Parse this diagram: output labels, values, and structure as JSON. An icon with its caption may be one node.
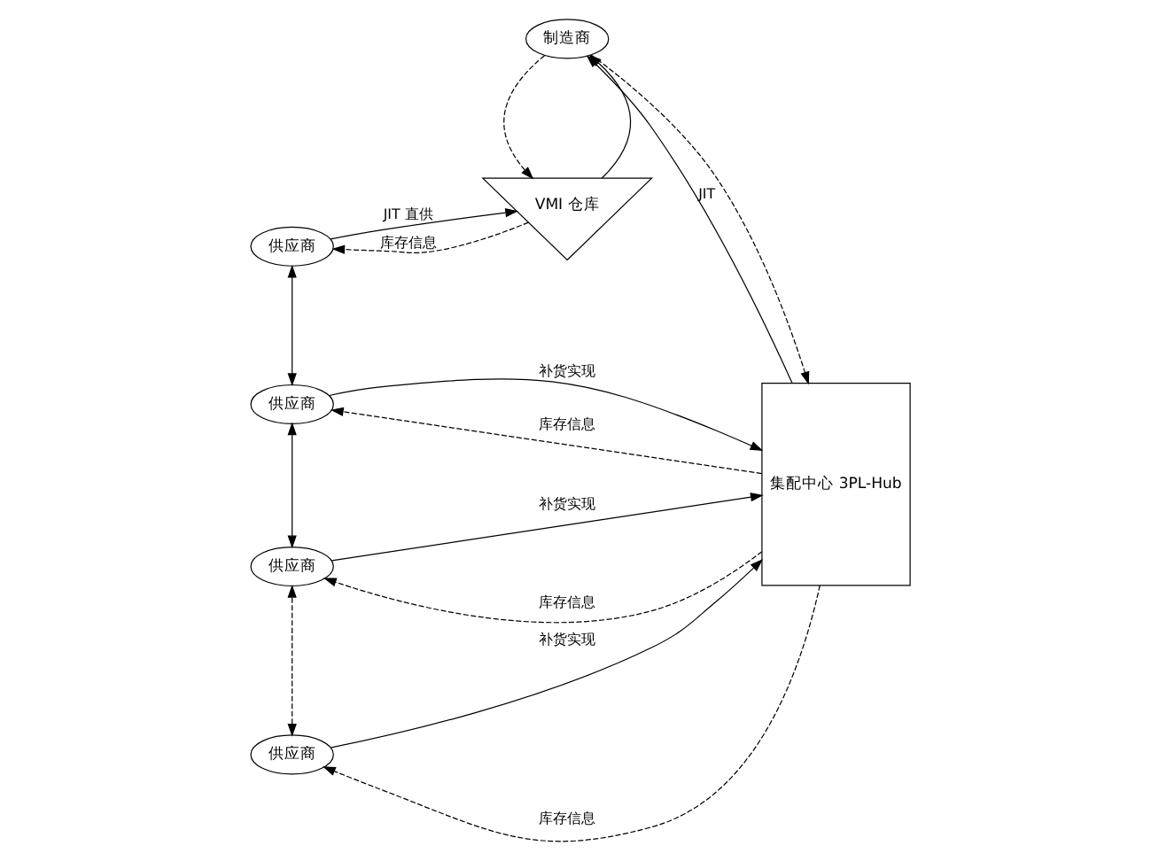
{
  "diagram": {
    "nodes": [
      {
        "text": [
          "供应商"
        ]
      },
      {
        "text": [
          "供应商"
        ]
      },
      {
        "text": [
          "供应商"
        ]
      },
      {
        "text": [
          "供应商"
        ]
      },
      {
        "text": [
          "VMI 仓库"
        ]
      },
      {
        "text": [
          "集配中心 3PL-Hub"
        ]
      },
      {
        "text": [
          "制造商"
        ]
      }
    ],
    "edges": [
      {
        "from": 4,
        "to": 0,
        "arrow": "to",
        "label": "库存信息",
        "style": "dashed"
      },
      {
        "from": 0,
        "to": 4,
        "arrow": "to",
        "label": "JIT 直供"
      },
      {
        "from": 0,
        "to": 1,
        "arrow": "both"
      },
      {
        "from": 1,
        "to": 2,
        "arrow": "both"
      },
      {
        "from": 2,
        "to": 3,
        "arrow": "both",
        "style": "dashed"
      },
      {
        "from": 5,
        "to": 1,
        "arrow": "to",
        "label": "库存信息",
        "style": "dashed"
      },
      {
        "from": 1,
        "to": 5,
        "arrow": "to",
        "label": "补货实现"
      },
      {
        "from": 5,
        "to": 2,
        "arrow": "to",
        "label": "库存信息",
        "style": "dashed"
      },
      {
        "from": 2,
        "to": 5,
        "arrow": "to",
        "label": "补货实现"
      },
      {
        "from": 5,
        "to": 3,
        "arrow": "to",
        "label": "库存信息",
        "style": "dashed"
      },
      {
        "from": 3,
        "to": 5,
        "arrow": "to",
        "label": "补货实现"
      },
      {
        "from": 4,
        "to": 6,
        "arrow": "to"
      },
      {
        "from": 6,
        "to": 4,
        "arrow": "to",
        "style": "dashed"
      },
      {
        "from": 5,
        "to": 6,
        "arrow": "to",
        "label": "JIT"
      },
      {
        "from": 6,
        "to": 5,
        "arrow": "to",
        "style": "dashed"
      }
    ]
  }
}
